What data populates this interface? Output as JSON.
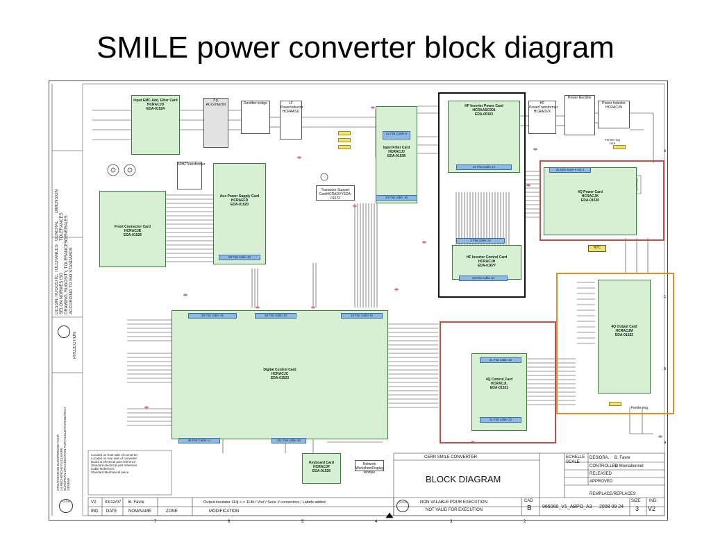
{
  "title": "SMILE power converter block diagram",
  "cards": {
    "emc_filter": [
      "Input EMC Add. Filter Card",
      "HCRACJD",
      "EDA-01524"
    ],
    "contactor": [
      "3 p. AC",
      "Contactor"
    ],
    "rectifier_bridge": [
      "Rectifier bridge"
    ],
    "lf_inductor": [
      "LF Power",
      "Inductor"
    ],
    "lf_inductor_ref": "HCRAASU",
    "transformer_50hz": [
      "50HZ",
      "Transformer"
    ],
    "aux_supply": [
      "Aux Power Supply Card",
      "HCRAEFD",
      "EDA-01520"
    ],
    "front_connector": [
      "Front Connector Card",
      "HCRACJE",
      "EDA-01525"
    ],
    "transistor_support": [
      "Transistor Support Card",
      "HCRADVY",
      "EDA-01672"
    ],
    "input_filter": [
      "Input Filter Card",
      "HCRACJJ",
      "EDA-01538"
    ],
    "hf_inverter_power": [
      "HF Inverter Power Card",
      "HCRAASC001",
      "EDA-00103"
    ],
    "hf_inverter_control": [
      "HF Inverter Control Card",
      "HCRACJH",
      "EDA-01677"
    ],
    "hf_transformer": [
      "HF Power",
      "Transformer"
    ],
    "hf_transformer_ref": "HCRADVX",
    "power_rectifier": [
      "Power Rectifier"
    ],
    "power_inductor": [
      "Power Inductor"
    ],
    "power_inductor_ref": "HCRACJN",
    "ferrite": [
      "Ferrite ring",
      "core"
    ],
    "power_4q": [
      "4Q Power Card",
      "HCRACJK",
      "EDA-01520"
    ],
    "output_4q": [
      "4Q Output Card",
      "HCRACJM",
      "EDA-01522"
    ],
    "control_4q": [
      "4Q Control Card",
      "HCRACJL",
      "EDA-01521"
    ],
    "digital_control": [
      "Digital Control Card",
      "HCRACJC",
      "EDA-01523"
    ],
    "keyboard": [
      "Keyboard Card",
      "HCRACJF",
      "EDA-01526"
    ],
    "display": [
      "Network Worksheet",
      "Display Module"
    ],
    "ntc": "NTC",
    "ferrite2": "Ferrite ring"
  },
  "flat_cables": {
    "c32": "32 Flat Cable 6",
    "c22": "22 Flat cable 14",
    "c24": "24 Flat cable 16",
    "c25": "25 Flat cable 10",
    "c23": "23 Flat cable 10",
    "c33": "33 Flat cable 16",
    "c36": "36 Flat cable 36",
    "c38": "38 Flat cable 10",
    "c31": "31 Flat cable 10",
    "c26": "26 Mini Mate-n-lok 4",
    "c35": "35 Flat Cable 14",
    "c311": "311 Flat cable 40",
    "c21": "21 Flat cable 10",
    "c3": "3 Flat cable 14"
  },
  "legend": [
    "Located on front side of converter.",
    "Located on rear side of converter.",
    "Board & electrical part reference",
    "Standard electrical part reference",
    "Cable Reference",
    "Standard Mechanical piece"
  ],
  "title_block": {
    "project": "CERN SMILE CONVERTER",
    "drawing": "BLOCK DIAGRAM",
    "non_valable": "NON VALABLE POUR EXECUTION",
    "not_valid": "NOT VALID FOR EXECUTION",
    "echelle": "ECHELLE",
    "scale": "SCALE",
    "des_dra": "DES/DRA.",
    "controlled": "CONTROLLED",
    "released": "RELEASED",
    "approved": "APPROVED",
    "des_name": "B. Favre",
    "ctrl_name": "V. Montabonnet",
    "remplace": "REMPLACE/REPLACES",
    "cad": "CAD",
    "cad_val": "B",
    "doc_number": "966060_V1_ABPO_A3",
    "date_stamp": "2008 09 24",
    "size": "SIZE",
    "size_val": "3",
    "ind": "IND.",
    "ind_val": "V2",
    "rev": "V2",
    "rev_date": "03/12/07",
    "rev_name": "B. Favre",
    "rev_mod": "Output insulator 114j <-> 114k / Vref / Serie // connectors / Labels added",
    "hdr_ind": "IND.",
    "hdr_date": "DATE",
    "hdr_nom": "NOM/NAME",
    "hdr_zone": "ZONE",
    "hdr_mod": "MODIFICATION"
  },
  "side_block": {
    "tolerances": [
      "DESSIN, RUGOSITE, TOLERANCES",
      "SELON NORMES ISO",
      "DRAWING, RUGOSITY, TOLERANCES",
      "ACCORDING TO ISO STANDARDS"
    ],
    "generales": [
      "GENERAL",
      "TOLERANCES",
      "GENERALES"
    ],
    "dimension": "DIMENSION",
    "projection": "PROJECTION",
    "cern": [
      "ORGANISATION EUROPEENNE POUR",
      "LA RECHERCHE NUCLEAIRE",
      "EUROPEAN ORGANIZATION FOR NUCLEAR RESEARCH",
      "GENEVE"
    ]
  },
  "grid_numbers": [
    "7",
    "6",
    "5",
    "4",
    "3",
    "2"
  ],
  "grid_letters": [
    "e",
    "c",
    "b",
    "a"
  ]
}
